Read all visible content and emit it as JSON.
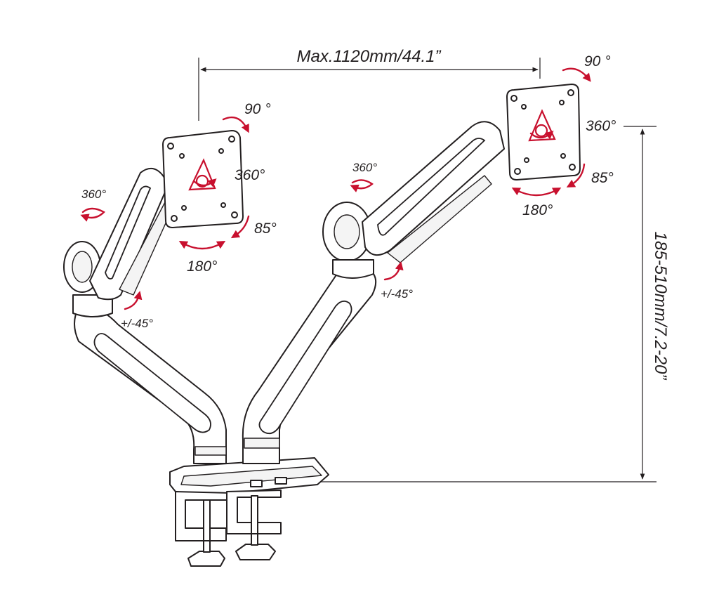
{
  "dimensions": {
    "width_label": "Max.1120mm/44.1”",
    "height_label": "185-510mm/7.2-20”"
  },
  "left_arm": {
    "tilt": "90 °",
    "rotate_screen": "360°",
    "swivel_85": "85°",
    "swivel_180": "180°",
    "joint_rotate": "360°",
    "pivot": "+/-45°"
  },
  "right_arm": {
    "tilt": "90 °",
    "rotate_screen": "360°",
    "swivel_85": "85°",
    "swivel_180": "180°",
    "joint_rotate": "360°",
    "pivot": "+/-45°"
  },
  "colors": {
    "line": "#231f20",
    "accent": "#c8102e"
  }
}
